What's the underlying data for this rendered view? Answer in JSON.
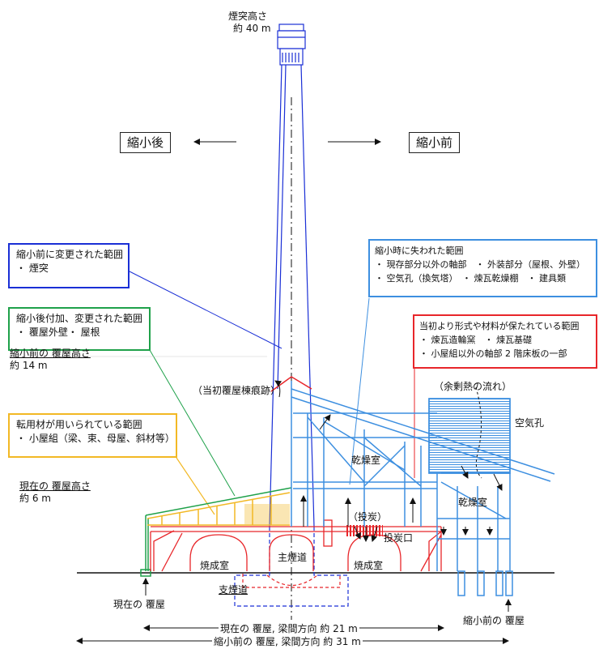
{
  "colors": {
    "blue": "#1a2fd6",
    "lightblue": "#3d8fe0",
    "red": "#e8262a",
    "green": "#1fa14a",
    "yellow": "#f2b824",
    "black": "#111111"
  },
  "chimney": {
    "title": "煙突高さ",
    "height": "約 40 m"
  },
  "direction": {
    "after": "縮小後",
    "before": "縮小前"
  },
  "legend_blue": {
    "title": "縮小前に変更された範囲",
    "items": [
      "・ 煙突"
    ]
  },
  "legend_green": {
    "title": "縮小後付加、変更された範囲",
    "items": [
      "・ 覆屋外壁・ 屋根"
    ]
  },
  "legend_yellow": {
    "title": "転用材が用いられている範囲",
    "items": [
      "・ 小屋組（梁、束、母屋、斜材等）"
    ]
  },
  "legend_lightblue": {
    "title": "縮小時に失われた範囲",
    "items": [
      "・ 現存部分以外の軸部　・ 外装部分（屋根、外壁）",
      "・ 空気孔（換気塔）　・ 煉瓦乾燥棚　・ 建具類"
    ]
  },
  "legend_red": {
    "title": "当初より形式や材料が保たれている範囲",
    "items": [
      "・ 煉瓦造輪窯　・ 煉瓦基礎",
      "・ 小屋組以外の軸部 2 階床板の一部"
    ]
  },
  "heights": {
    "before_label": "縮小前の 覆屋高さ",
    "before_value": "約 14 m",
    "now_label": "現在の 覆屋高さ",
    "now_value": "約 6 m"
  },
  "labels": {
    "ridge_trace": "（当初覆屋棟痕跡）",
    "waste_heat": "（余剰熱の流れ）",
    "air_hole": "空気孔",
    "drying_room_1": "乾燥室",
    "drying_room_2": "乾燥室",
    "coal_feed": "（投炭）",
    "coal_port": "投炭口",
    "kiln_left": "焼成室",
    "kiln_right": "焼成室",
    "main_flue": "主煙道",
    "branch_flue": "支煙道",
    "current_shed": "現在の 覆屋",
    "before_shed": "縮小前の 覆屋"
  },
  "spans": {
    "now": "現在の 覆屋, 梁間方向  約  21 m",
    "before": "縮小前の 覆屋, 梁間方向  約  31 m"
  }
}
